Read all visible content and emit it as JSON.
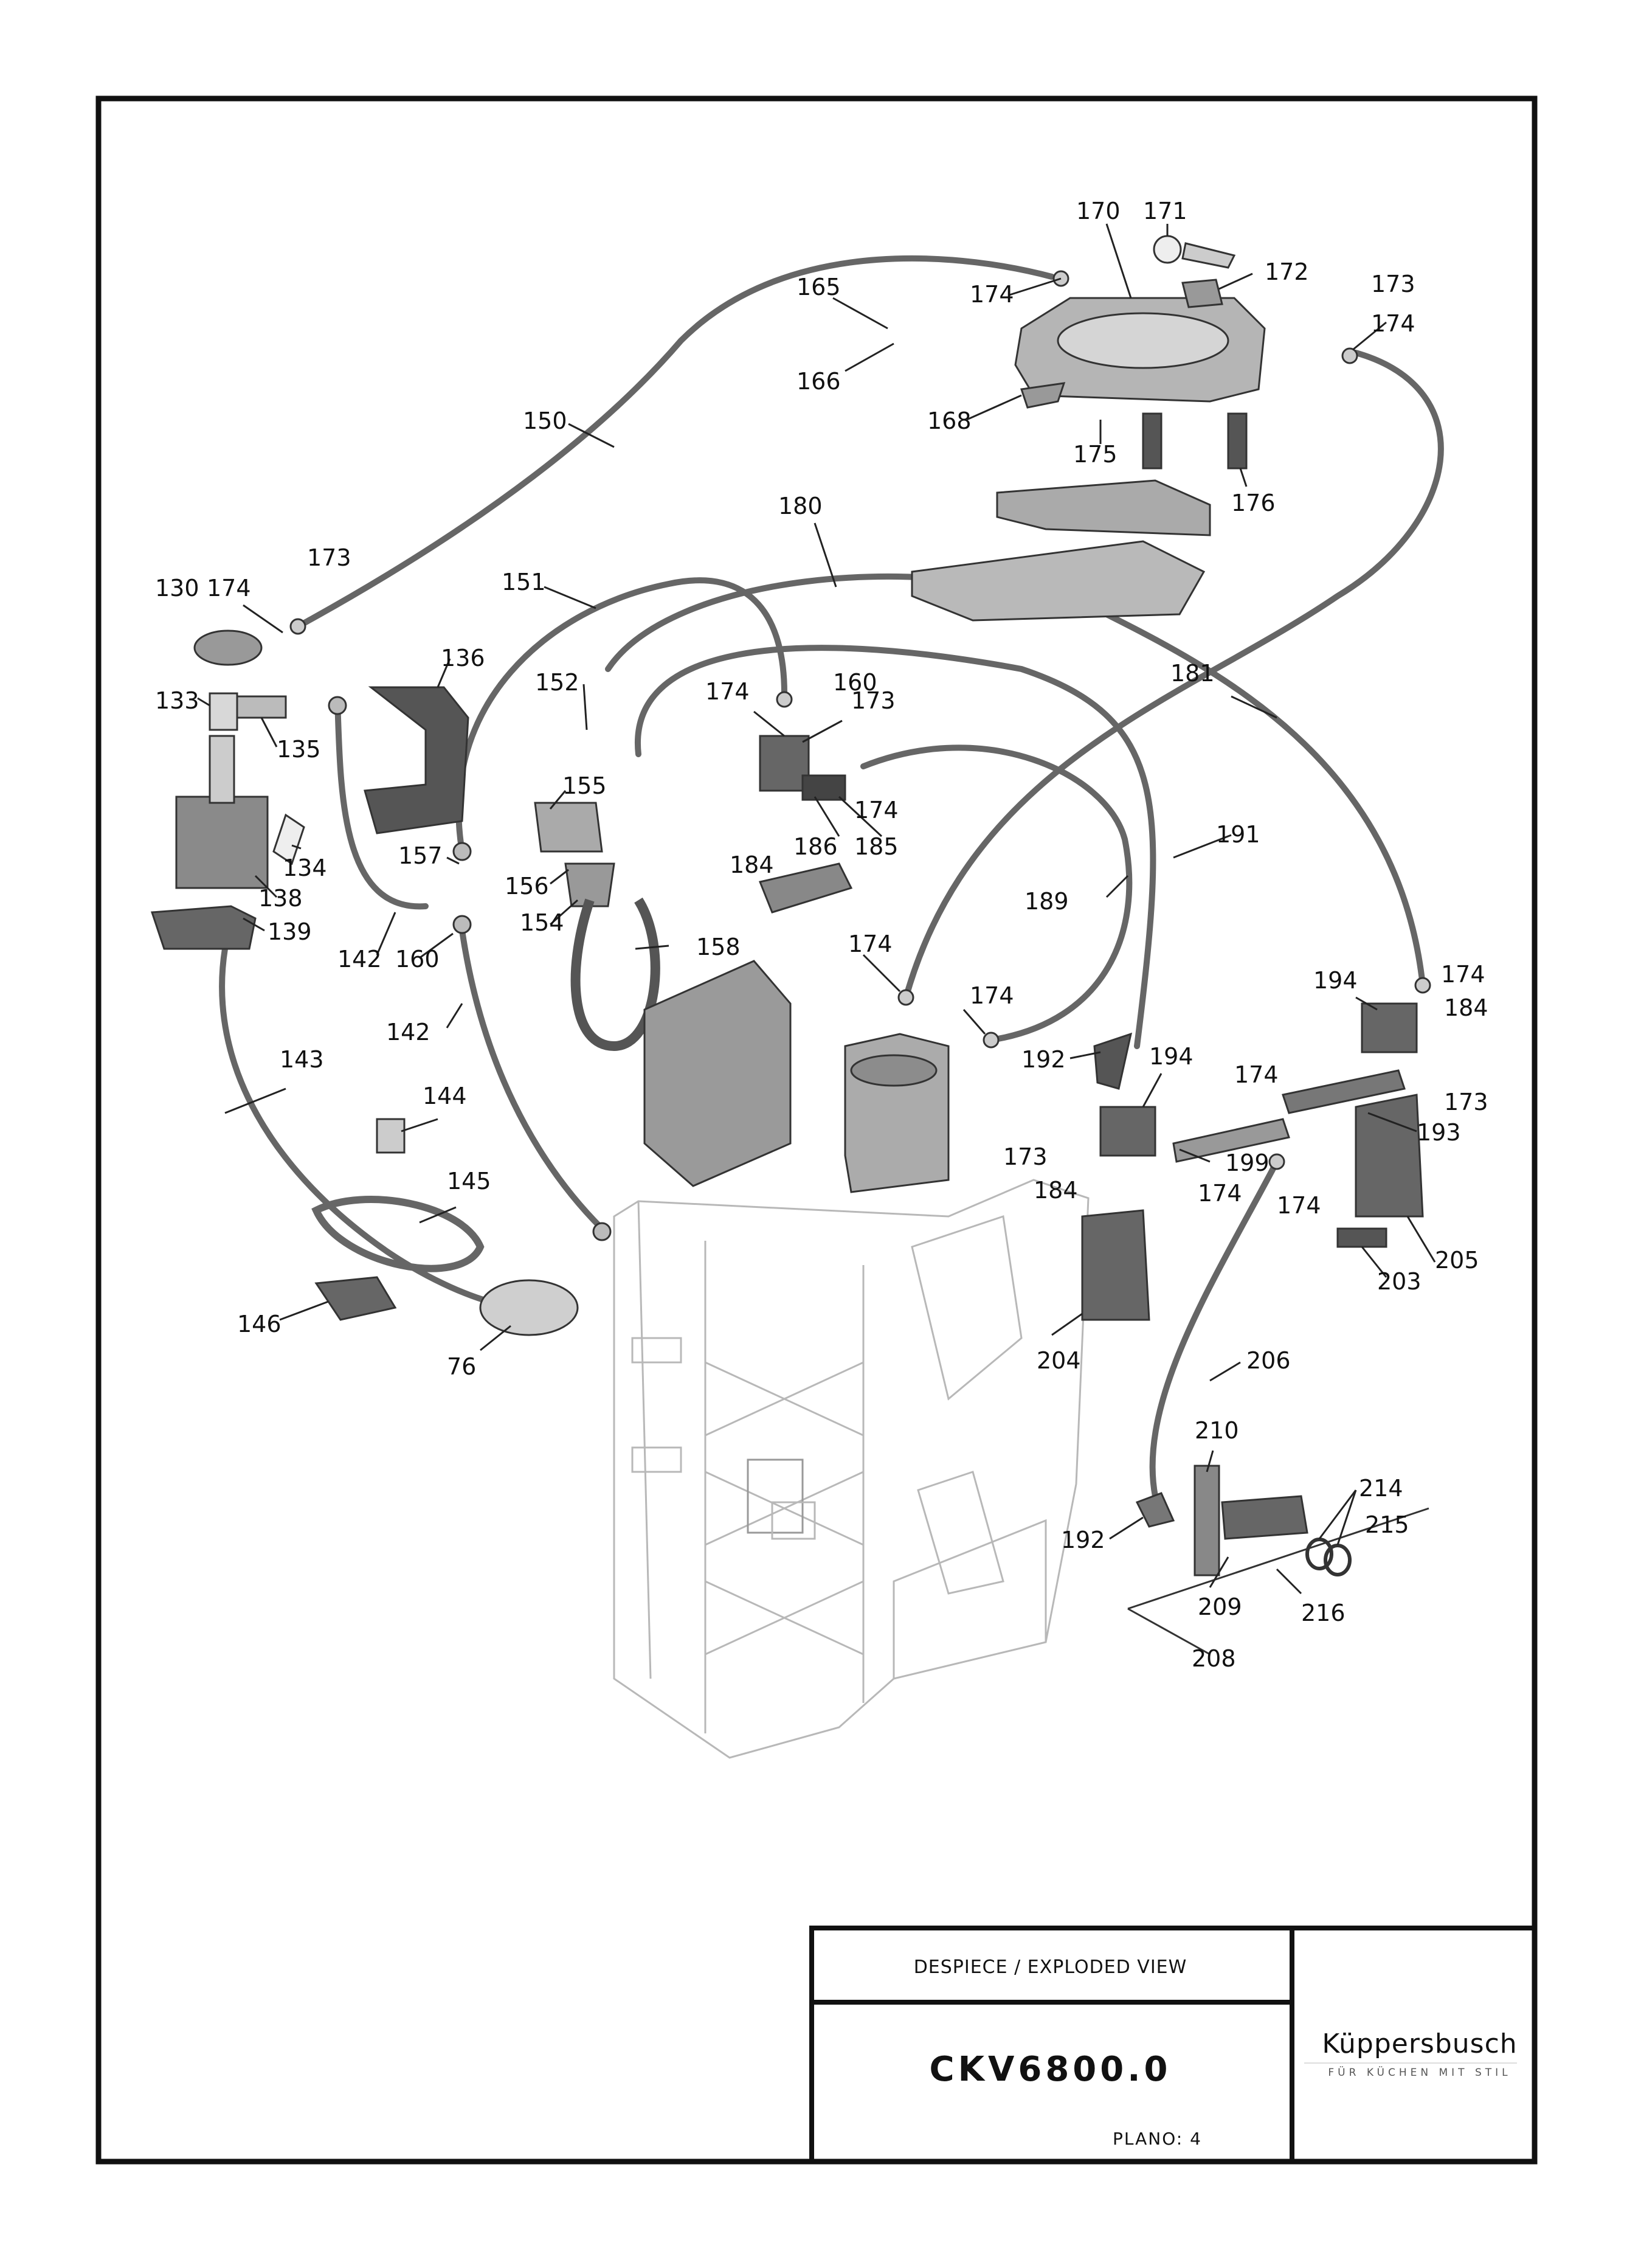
{
  "title_block": {
    "description": "DESPIECE / EXPLODED VIEW",
    "model": "CKV6800.0",
    "plan": "PLANO: 4",
    "brand": "Küppersbusch",
    "slogan": "FÜR KÜCHEN MIT STIL"
  },
  "callouts": [
    "170",
    "171",
    "172",
    "173",
    "174",
    "165",
    "166",
    "168",
    "175",
    "176",
    "150",
    "180",
    "130",
    "133",
    "135",
    "136",
    "134",
    "138",
    "139",
    "151",
    "152",
    "155",
    "156",
    "154",
    "157",
    "160",
    "142",
    "158",
    "181",
    "184",
    "186",
    "185",
    "191",
    "189",
    "194",
    "192",
    "193",
    "199",
    "205",
    "203",
    "143",
    "144",
    "145",
    "146",
    "76",
    "204",
    "206",
    "210",
    "214",
    "215",
    "209",
    "216",
    "208"
  ]
}
